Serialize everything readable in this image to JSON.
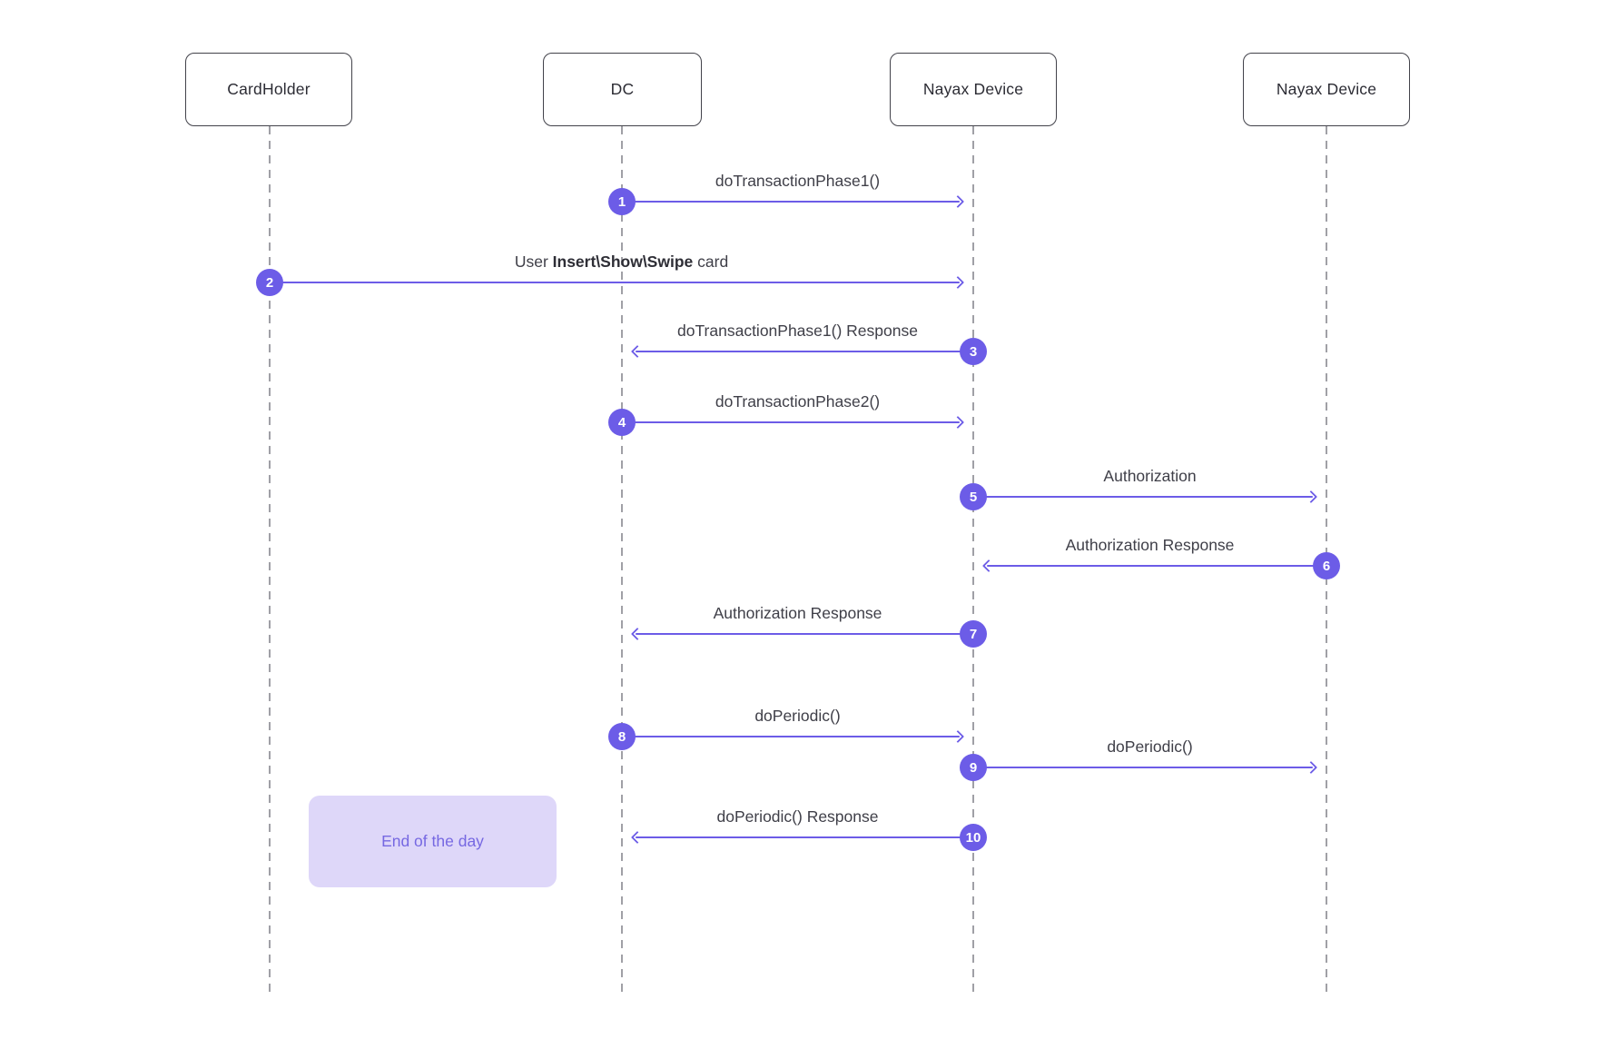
{
  "diagram_type": "sequence-diagram",
  "actors": [
    {
      "label": "CardHolder"
    },
    {
      "label": "DC"
    },
    {
      "label": "Nayax Device"
    },
    {
      "label": "Nayax Device"
    }
  ],
  "messages": [
    {
      "num": "1",
      "from": "DC",
      "to": "Nayax Device",
      "label": "doTransactionPhase1()"
    },
    {
      "num": "2",
      "from": "CardHolder",
      "to": "Nayax Device",
      "label_prefix": "User ",
      "label_bold": "Insert\\Show\\Swipe",
      "label_suffix": " card"
    },
    {
      "num": "3",
      "from": "Nayax Device",
      "to": "DC",
      "label": "doTransactionPhase1() Response"
    },
    {
      "num": "4",
      "from": "DC",
      "to": "Nayax Device",
      "label": "doTransactionPhase2()"
    },
    {
      "num": "5",
      "from": "Nayax Device",
      "to": "Nayax Device",
      "label": "Authorization"
    },
    {
      "num": "6",
      "from": "Nayax Device",
      "to": "Nayax Device",
      "label": "Authorization Response"
    },
    {
      "num": "7",
      "from": "Nayax Device",
      "to": "DC",
      "label": "Authorization Response"
    },
    {
      "num": "8",
      "from": "DC",
      "to": "Nayax Device",
      "label": "doPeriodic()"
    },
    {
      "num": "9",
      "from": "Nayax Device",
      "to": "Nayax Device",
      "label": "doPeriodic()"
    },
    {
      "num": "10",
      "from": "Nayax Device",
      "to": "DC",
      "label": "doPeriodic() Response"
    }
  ],
  "note": {
    "label": "End of the day"
  },
  "colors": {
    "accent": "#6c5ce7",
    "note_bg": "#ded7f9",
    "note_text": "#7668e2",
    "text": "#3f3f48",
    "lifeline": "#a0a0a6",
    "border": "#42424a"
  }
}
